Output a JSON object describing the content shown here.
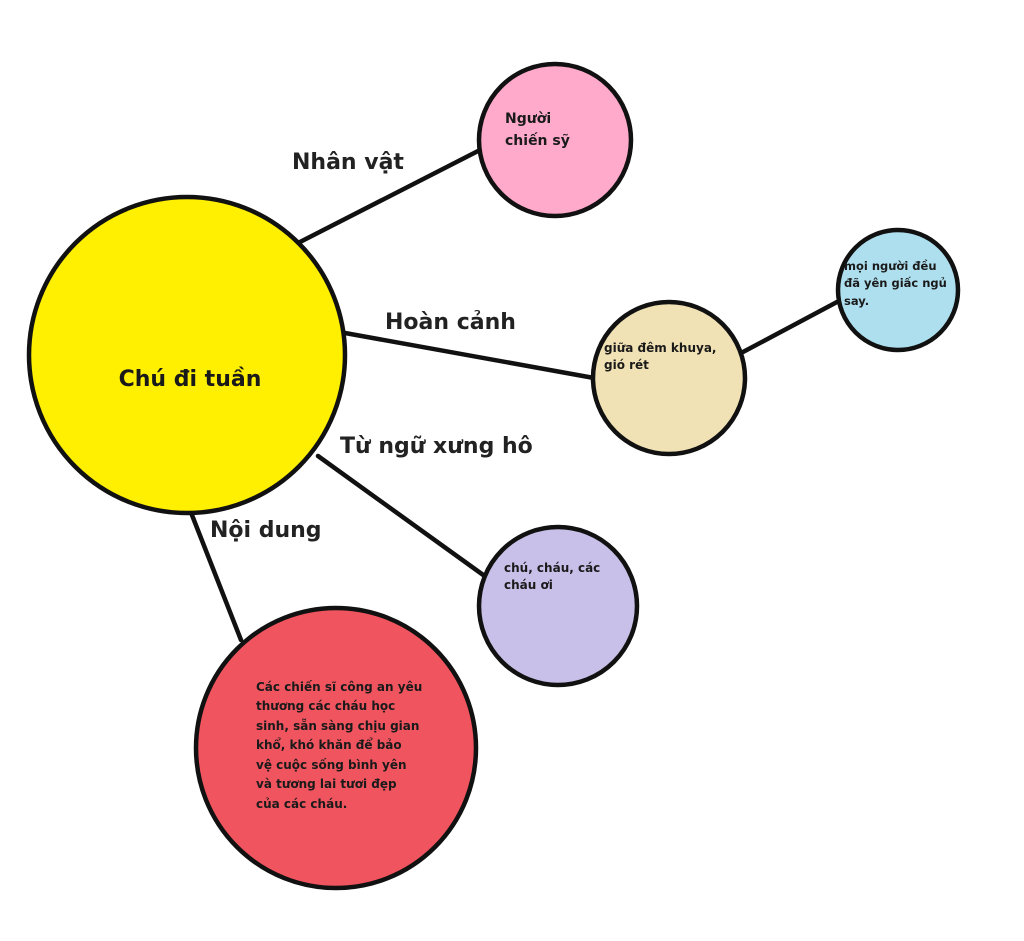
{
  "center": {
    "label": "Chú đi tuần",
    "fill": "#FFEF00"
  },
  "branches": [
    {
      "key": "nhan-vat",
      "edge_label": "Nhân vật",
      "nodes": [
        {
          "text": "Người\nchiến sỹ",
          "fill": "#FFAACB"
        }
      ]
    },
    {
      "key": "hoan-canh",
      "edge_label": "Hoàn cảnh",
      "nodes": [
        {
          "text": "giữa đêm khuya,\ngió rét",
          "fill": "#F0E2B4"
        },
        {
          "text": "mọi người đều\nđã yên giấc ngủ\nsay.",
          "fill": "#AEDFEE"
        }
      ]
    },
    {
      "key": "tu-ngu",
      "edge_label": "Từ ngữ xưng hô",
      "nodes": [
        {
          "text": "chú, cháu, các\ncháu ơi",
          "fill": "#C8C0E8"
        }
      ]
    },
    {
      "key": "noi-dung",
      "edge_label": "Nội dung",
      "nodes": [
        {
          "text": "Các chiến sĩ công an yêu\nthương các cháu học\nsinh, sẵn sàng chịu gian\nkhổ, khó khăn để bảo\nvệ cuộc sống bình yên\nvà tương lai tươi đẹp\ncủa các cháu.",
          "fill": "#F0545E"
        }
      ]
    }
  ]
}
